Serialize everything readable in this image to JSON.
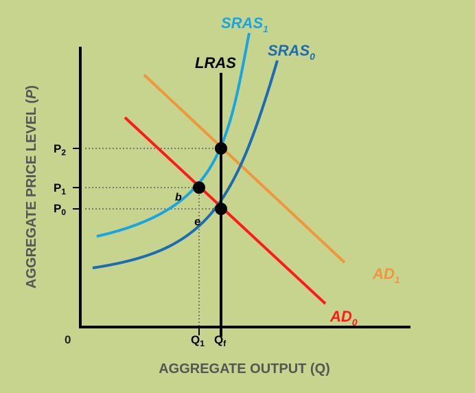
{
  "axes": {
    "y_label_main": "AGGREGATE PRICE LEVEL (",
    "y_label_var": "P",
    "y_label_close": ")",
    "x_label": "AGGREGATE OUTPUT (Q)",
    "origin": "0"
  },
  "curves": {
    "lras": {
      "label": "LRAS",
      "color": "#000000"
    },
    "sras0": {
      "label": "SRAS",
      "sub": "0",
      "color": "#1a6db3"
    },
    "sras1": {
      "label": "SRAS",
      "sub": "1",
      "color": "#19a6e0"
    },
    "ad0": {
      "label": "AD",
      "sub": "0",
      "color": "#ff1a1a"
    },
    "ad1": {
      "label": "AD",
      "sub": "1",
      "color": "#f0963c"
    }
  },
  "ticks": {
    "p2": {
      "label": "P",
      "sub": "2"
    },
    "p1": {
      "label": "P",
      "sub": "1"
    },
    "p0": {
      "label": "P",
      "sub": "0"
    },
    "q1": {
      "label": "Q",
      "sub": "1"
    },
    "qf": {
      "label": "Q",
      "sub": "f"
    }
  },
  "points": {
    "b": "b",
    "e": "e"
  },
  "colors": {
    "background": "#c6d48e",
    "axis": "#000000",
    "guide": "#777777"
  }
}
